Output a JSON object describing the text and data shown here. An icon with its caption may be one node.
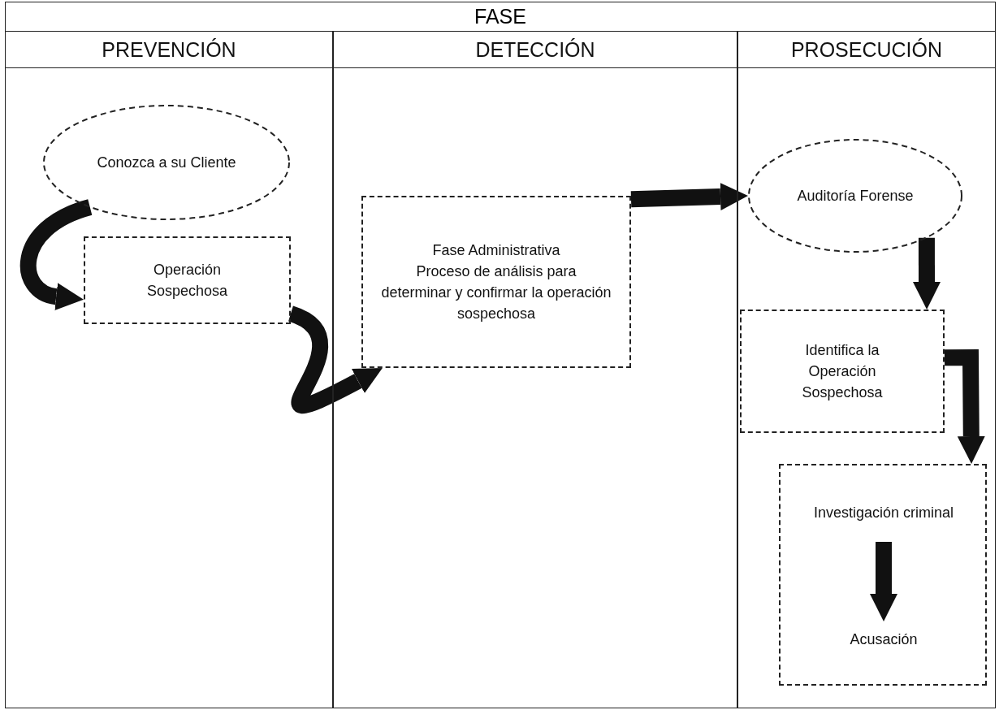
{
  "diagram": {
    "nodes": [
      {
        "text": [
          "PREVENCIÓN"
        ]
      },
      {
        "text": [
          "DETECCIÓN"
        ]
      },
      {
        "text": [
          "PROSECUCIÓN"
        ]
      },
      {
        "text": [
          "Conozca a su Cliente"
        ],
        "in": 0
      },
      {
        "text": [
          "Operación Sospechosa"
        ],
        "in": 0
      },
      {
        "text": [
          "Fase Administrativa",
          "Proceso de análisis para determinar y confirmar la operación sospechosa"
        ],
        "in": 1
      },
      {
        "text": [
          "Auditoría Forense"
        ],
        "in": 2
      },
      {
        "text": [
          "Identifica la Operación Sospechosa"
        ],
        "in": 2
      },
      {
        "text": [],
        "shape": "box",
        "in": 2
      },
      {
        "text": [
          "Investigación criminal"
        ],
        "in": 8
      },
      {
        "text": [
          "Acusación"
        ],
        "in": 8
      }
    ],
    "edges": [
      {
        "from": 3,
        "to": 4,
        "arrow": "to"
      },
      {
        "from": 4,
        "to": 5,
        "arrow": "to"
      },
      {
        "from": 5,
        "to": 6,
        "arrow": "to"
      },
      {
        "from": 6,
        "to": 7,
        "arrow": "to"
      },
      {
        "from": 7,
        "to": 8,
        "arrow": "to"
      },
      {
        "from": 9,
        "to": 10,
        "arrow": "to"
      }
    ],
    "labels": [
      "FASE"
    ]
  }
}
